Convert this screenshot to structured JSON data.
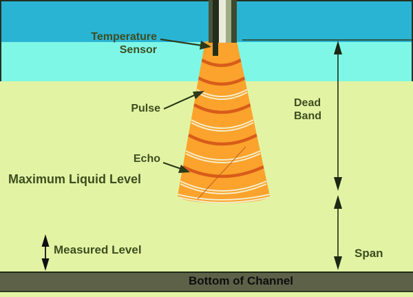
{
  "labels": {
    "temperature_sensor": "Temperature\nSensor",
    "pulse": "Pulse",
    "echo": "Echo",
    "maximum_liquid_level": "Maximum Liquid Level",
    "dead_band": "Dead\nBand",
    "measured_level": "Measured Level",
    "span": "Span",
    "bottom_of_channel": "Bottom of Channel"
  },
  "icons": {
    "dead_band_arrow": "double-headed-vertical-arrow",
    "span_arrow": "double-headed-vertical-arrow",
    "measured_level_arrow": "double-headed-vertical-arrow",
    "temperature_sensor_pointer": "leader-line-arrow",
    "pulse_pointer": "leader-line-arrow",
    "echo_pointer": "leader-line-arrow"
  },
  "colors": {
    "bg": "#e2f4a4",
    "beam": "#fba32c",
    "pulse-arc": "#d85c1a",
    "echo-arc": "#f6eecb",
    "upper-liquid": "#2ab4d4",
    "measured-liquid": "#7ef7e6",
    "channel": "#5d6148",
    "border-dark": "#24301e",
    "label": "#3e4d1f",
    "line": "#2c3a1a"
  }
}
